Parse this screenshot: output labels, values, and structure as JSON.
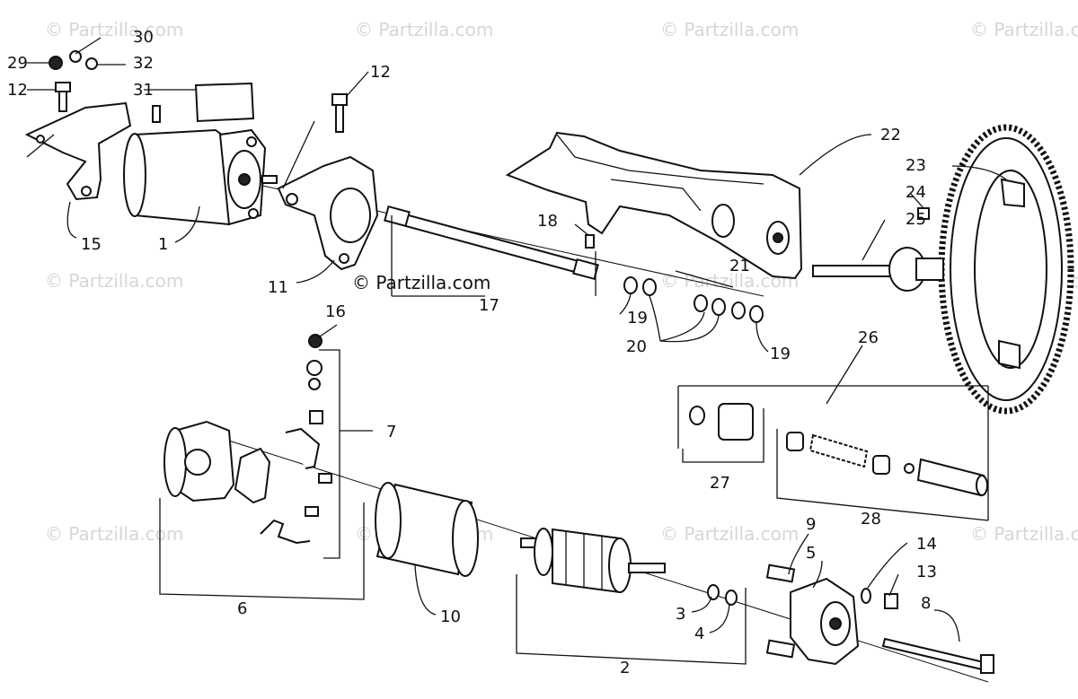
{
  "watermarks": {
    "repeat": "© Partzilla.com",
    "main": "© Partzilla.com"
  },
  "callouts": {
    "c30": "30",
    "c29": "29",
    "c32": "32",
    "c12a": "12",
    "c31": "31",
    "c12b": "12",
    "c15": "15",
    "c1": "1",
    "c11": "11",
    "c22": "22",
    "c23": "23",
    "c24": "24",
    "c25": "25",
    "c18": "18",
    "c17": "17",
    "c21": "21",
    "c19a": "19",
    "c20": "20",
    "c19b": "19",
    "c16": "16",
    "c26": "26",
    "c7": "7",
    "c27": "27",
    "c28": "28",
    "c6": "6",
    "c9": "9",
    "c5": "5",
    "c14": "14",
    "c13": "13",
    "c8": "8",
    "c3": "3",
    "c4": "4",
    "c10": "10",
    "c2": "2"
  }
}
